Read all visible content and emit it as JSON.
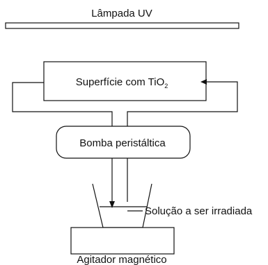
{
  "labels": {
    "uv_lamp": "Lâmpada UV",
    "surface": "Superfície com TiO",
    "surface_subscript": "2",
    "pump": "Bomba peristáltica",
    "solution": "Solução a ser irradiada",
    "stirrer": "Agitador magnético"
  }
}
